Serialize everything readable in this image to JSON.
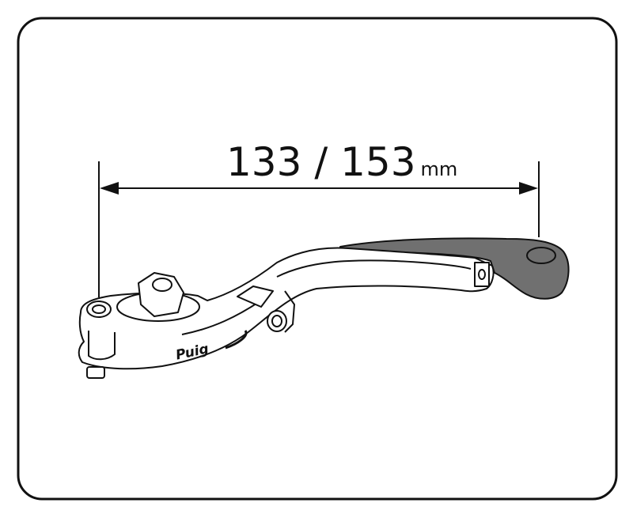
{
  "dimension": {
    "value": "133 / 153",
    "unit": "mm"
  },
  "logo": "Puig",
  "colors": {
    "outline": "#111111",
    "lever_tip": "#707070",
    "background": "#ffffff"
  }
}
